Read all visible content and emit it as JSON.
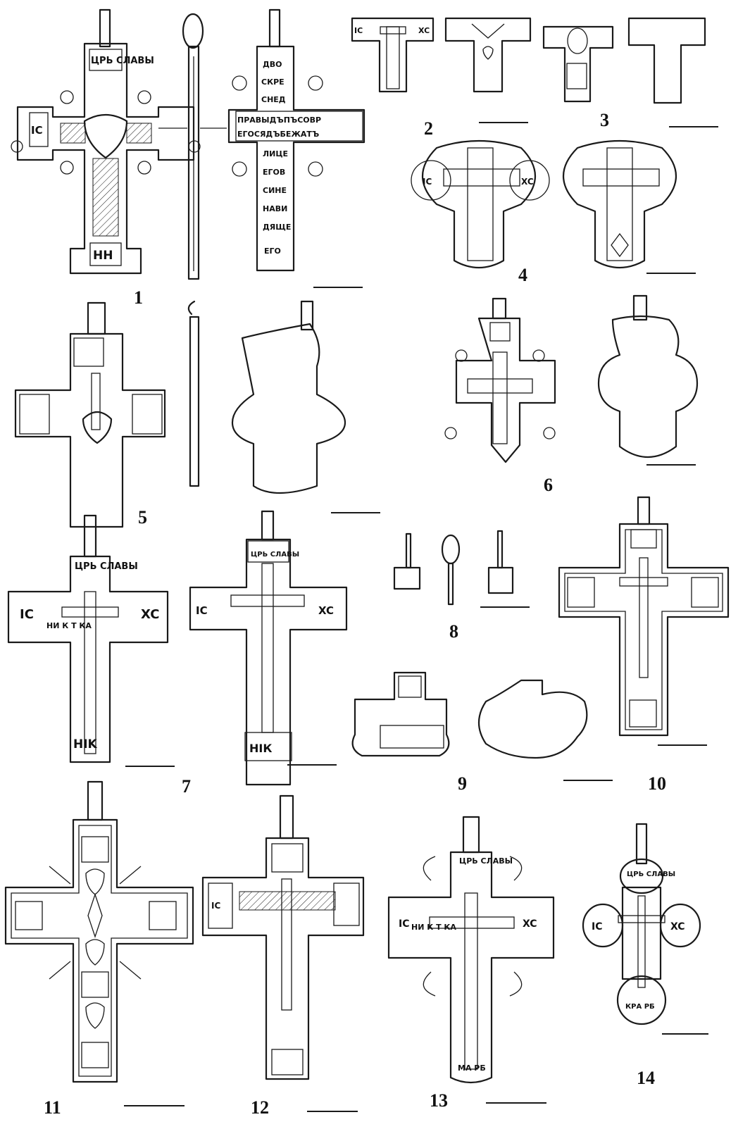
{
  "figure_numbers": [
    "1",
    "2",
    "3",
    "4",
    "5",
    "6",
    "7",
    "8",
    "9",
    "10",
    "11",
    "12",
    "13",
    "14"
  ],
  "inscriptions": {
    "ic": "IC",
    "xc": "XC",
    "nik": "HIK",
    "nik_alt": "НІК",
    "nika": "НИ  К  Т  КА",
    "tsr_slavy": "ЦРЬ СЛАВЫ",
    "nn": "НН",
    "back_text_1": [
      "ДВО",
      "СКРЕ",
      "СНЕД",
      "ПРАВЫДЪПЪСОВР",
      "ЕГОСЯДЪБЕЖАТЪ",
      "ЛИЦЕ",
      "ЕГОВ",
      "СИНЕ",
      "НАВИ",
      "ДЯЩЕ",
      "ЕГО"
    ],
    "ma_rb": "МА РБ",
    "kra_rb": "КРА РБ"
  },
  "colors": {
    "ink": "#1a1a1a",
    "paper": "#ffffff"
  }
}
